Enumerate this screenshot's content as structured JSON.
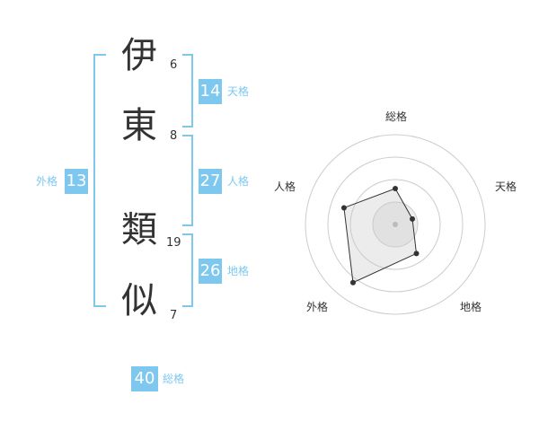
{
  "name": {
    "chars": [
      {
        "char": "伊",
        "strokes": "6"
      },
      {
        "char": "東",
        "strokes": "8"
      },
      {
        "char": "類",
        "strokes": "19"
      },
      {
        "char": "似",
        "strokes": "7"
      }
    ]
  },
  "kaku": {
    "ten": {
      "value": "14",
      "label": "天格"
    },
    "jin": {
      "value": "27",
      "label": "人格"
    },
    "chi": {
      "value": "26",
      "label": "地格"
    },
    "gai": {
      "value": "13",
      "label": "外格"
    },
    "sou": {
      "value": "40",
      "label": "総格"
    }
  },
  "colors": {
    "accent": "#7ec8f0",
    "text": "#333333"
  },
  "chart_data": {
    "type": "radar",
    "axes": [
      "総格",
      "天格",
      "地格",
      "外格",
      "人格"
    ],
    "values": [
      2,
      1,
      2,
      4,
      3
    ],
    "rmax": 5,
    "rings": 4
  }
}
